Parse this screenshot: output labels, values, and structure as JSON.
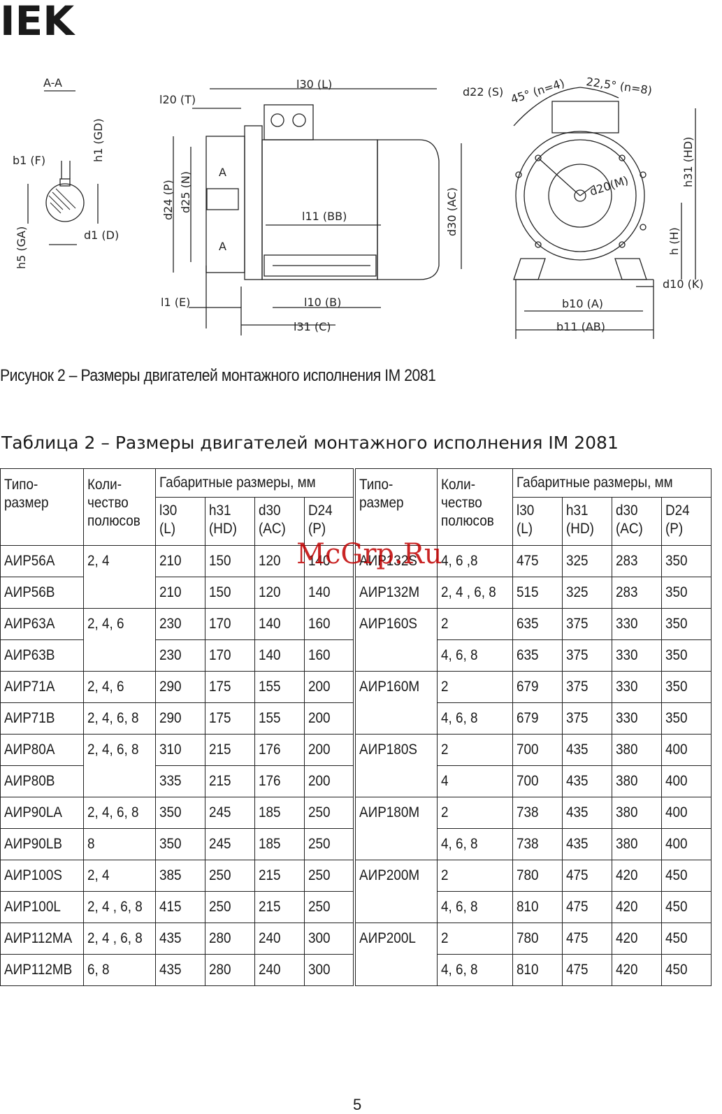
{
  "logo": {
    "text": "IEK"
  },
  "drawing": {
    "labels": {
      "section": "A-A",
      "h1": "h1 (GD)",
      "b1": "b1 (F)",
      "d1": "d1 (D)",
      "h5": "h5 (GA)",
      "l20": "l20 (T)",
      "l30": "l30 (L)",
      "d24": "d24 (P)",
      "d25": "d25 (N)",
      "d30": "d30 (AC)",
      "l11": "l11 (BB)",
      "l1": "l1 (E)",
      "l10": "l10 (B)",
      "l31": "l31 (C)",
      "arrowA": "A",
      "d22": "d22 (S)",
      "angle45": "45° (n=4)",
      "angle22": "22,5° (n=8)",
      "d20": "d20(M)",
      "h31": "h31 (HD)",
      "h": "h (H)",
      "d10": "d10 (K)",
      "b10": "b10 (A)",
      "b11": "b11 (AB)"
    }
  },
  "figure_caption": "Рисунок 2 – Размеры двигателей монтажного исполнения  IM 2081",
  "table_caption": "Таблица 2 – Размеры двигателей монтажного исполнения  IM 2081",
  "watermark": "McGrp.Ru",
  "table": {
    "headers": {
      "type": "Типо-\nразмер",
      "poles": "Коли-\nчество\nполюсов",
      "dims": "Габаритные размеры, мм",
      "l30": "l30\n(L)",
      "h31": "h31\n(HD)",
      "d30": "d30\n(AC)",
      "d24": "D24\n(P)"
    },
    "left_rows": [
      {
        "type": "АИР56А",
        "poles": "2, 4",
        "l30": "210",
        "h31": "150",
        "d30": "120",
        "d24": "140"
      },
      {
        "type": "АИР56В",
        "poles": "",
        "l30": "210",
        "h31": "150",
        "d30": "120",
        "d24": "140"
      },
      {
        "type": "АИР63А",
        "poles": "2, 4, 6",
        "l30": "230",
        "h31": "170",
        "d30": "140",
        "d24": "160"
      },
      {
        "type": "АИР63В",
        "poles": "",
        "l30": "230",
        "h31": "170",
        "d30": "140",
        "d24": "160"
      },
      {
        "type": "АИР71А",
        "poles": "2, 4, 6",
        "l30": "290",
        "h31": "175",
        "d30": "155",
        "d24": "200"
      },
      {
        "type": "АИР71В",
        "poles": "2, 4, 6, 8",
        "l30": "290",
        "h31": "175",
        "d30": "155",
        "d24": "200"
      },
      {
        "type": "АИР80А",
        "poles": "2, 4, 6, 8",
        "l30": "310",
        "h31": "215",
        "d30": "176",
        "d24": "200"
      },
      {
        "type": "АИР80В",
        "poles": "",
        "l30": "335",
        "h31": "215",
        "d30": "176",
        "d24": "200"
      },
      {
        "type": "АИР90LA",
        "poles": "2, 4, 6, 8",
        "l30": "350",
        "h31": "245",
        "d30": "185",
        "d24": "250"
      },
      {
        "type": "АИР90LB",
        "poles": "8",
        "l30": "350",
        "h31": "245",
        "d30": "185",
        "d24": "250"
      },
      {
        "type": "АИР100S",
        "poles": "2, 4",
        "l30": "385",
        "h31": "250",
        "d30": "215",
        "d24": "250"
      },
      {
        "type": "АИР100L",
        "poles": "2, 4 , 6, 8",
        "l30": "415",
        "h31": "250",
        "d30": "215",
        "d24": "250"
      },
      {
        "type": "АИР112МА",
        "poles": "2, 4 , 6, 8",
        "l30": "435",
        "h31": "280",
        "d30": "240",
        "d24": "300"
      },
      {
        "type": "АИР112МВ",
        "poles": "6, 8",
        "l30": "435",
        "h31": "280",
        "d30": "240",
        "d24": "300"
      }
    ],
    "right_rows": [
      {
        "type": "АИР132S",
        "poles": "4, 6 ,8",
        "l30": "475",
        "h31": "325",
        "d30": "283",
        "d24": "350"
      },
      {
        "type": "АИР132М",
        "poles": "2, 4 , 6, 8",
        "l30": "515",
        "h31": "325",
        "d30": "283",
        "d24": "350"
      },
      {
        "type": "АИР160S",
        "poles": "2",
        "l30": "635",
        "h31": "375",
        "d30": "330",
        "d24": "350"
      },
      {
        "type": "",
        "poles": "4, 6, 8",
        "l30": "635",
        "h31": "375",
        "d30": "330",
        "d24": "350"
      },
      {
        "type": "АИР160М",
        "poles": "2",
        "l30": "679",
        "h31": "375",
        "d30": "330",
        "d24": "350"
      },
      {
        "type": "",
        "poles": "4, 6, 8",
        "l30": "679",
        "h31": "375",
        "d30": "330",
        "d24": "350"
      },
      {
        "type": "АИР180S",
        "poles": "2",
        "l30": "700",
        "h31": "435",
        "d30": "380",
        "d24": "400"
      },
      {
        "type": "",
        "poles": "4",
        "l30": "700",
        "h31": "435",
        "d30": "380",
        "d24": "400"
      },
      {
        "type": "АИР180М",
        "poles": "2",
        "l30": "738",
        "h31": "435",
        "d30": "380",
        "d24": "400"
      },
      {
        "type": "",
        "poles": "4, 6, 8",
        "l30": "738",
        "h31": "435",
        "d30": "380",
        "d24": "400"
      },
      {
        "type": "АИР200М",
        "poles": "2",
        "l30": "780",
        "h31": "475",
        "d30": "420",
        "d24": "450"
      },
      {
        "type": "",
        "poles": "4, 6, 8",
        "l30": "810",
        "h31": "475",
        "d30": "420",
        "d24": "450"
      },
      {
        "type": "АИР200L",
        "poles": "2",
        "l30": "780",
        "h31": "475",
        "d30": "420",
        "d24": "450"
      },
      {
        "type": "",
        "poles": "4, 6, 8",
        "l30": "810",
        "h31": "475",
        "d30": "420",
        "d24": "450"
      }
    ]
  },
  "page_number": "5"
}
